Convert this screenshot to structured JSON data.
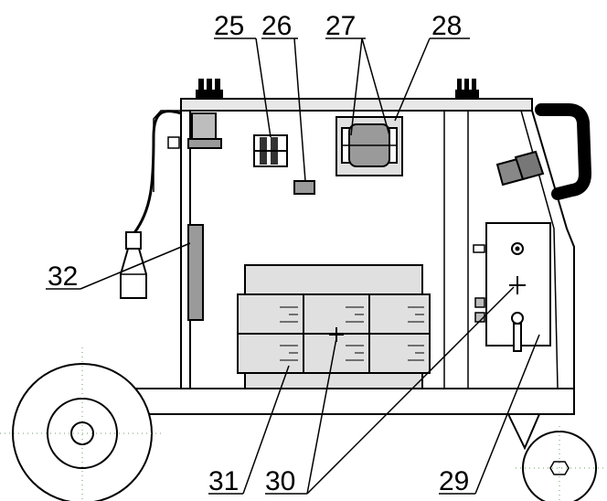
{
  "diagram": {
    "callouts": [
      {
        "id": "c25",
        "text": "25"
      },
      {
        "id": "c26",
        "text": "26"
      },
      {
        "id": "c27",
        "text": "27"
      },
      {
        "id": "c28",
        "text": "28"
      },
      {
        "id": "c29",
        "text": "29"
      },
      {
        "id": "c30",
        "text": "30"
      },
      {
        "id": "c31",
        "text": "31"
      },
      {
        "id": "c32",
        "text": "32"
      }
    ],
    "colors": {
      "outline": "#000000",
      "panel": "#e0e0e0",
      "panel_dark": "#9a9a9a",
      "handle": "#000000",
      "background": "#ffffff"
    }
  }
}
